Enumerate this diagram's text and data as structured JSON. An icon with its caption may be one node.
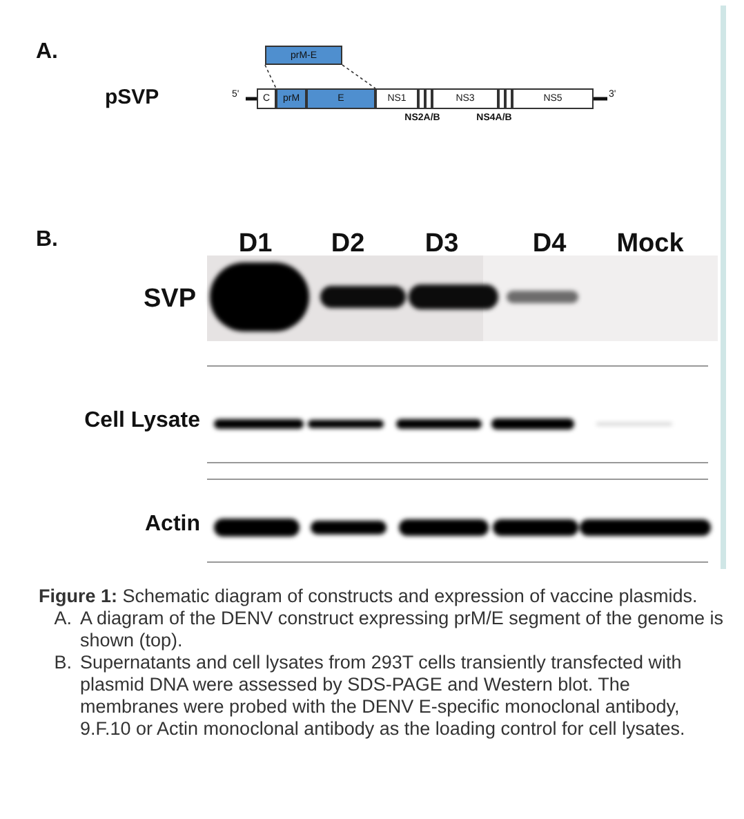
{
  "diagram": {
    "caption": "**Figure 1:** Schematic diagram of constructs and expression of vaccine plasmids.",
    "nodes": [
      {
        "text": [
          "prM-E"
        ]
      },
      {
        "text": [
          "C"
        ]
      },
      {
        "text": [
          "prM"
        ]
      },
      {
        "text": [
          "E"
        ]
      },
      {
        "text": [
          "NS1"
        ]
      },
      {
        "text": [],
        "shape": "box"
      },
      {
        "text": [],
        "shape": "box"
      },
      {
        "text": [
          "NS3"
        ]
      },
      {
        "text": [],
        "shape": "box"
      },
      {
        "text": [],
        "shape": "box"
      },
      {
        "text": [
          "NS5"
        ]
      }
    ],
    "edges": [
      {
        "from": 0,
        "to": 2,
        "arrow": "none",
        "style": "dashed"
      },
      {
        "from": 0,
        "to": 3,
        "arrow": "none",
        "style": "dashed"
      }
    ],
    "labels": [
      "A.",
      "pSVP",
      "5'",
      "3'",
      "NS2A/B",
      "NS4A/B",
      "B.",
      "D1",
      "D2",
      "D3",
      "D4",
      "Mock",
      "SVP",
      "Cell Lysate",
      "Actin",
      "A.",
      "A diagram of the DENV construct expressing prM/E segment of the genome is shown (top).",
      "B.",
      "Supernatants and cell lysates from 293T cells transiently transfected with plasmid DNA were assessed by SDS-PAGE and Western blot. The membranes were probed with the DENV E-specific monoclonal antibody, 9.F.10 or Actin monoclonal antibody as the loading control for cell lysates."
    ]
  }
}
